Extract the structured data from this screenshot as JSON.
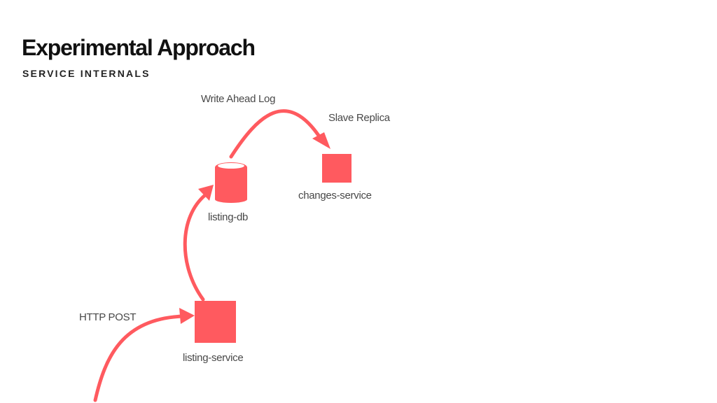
{
  "title": "Experimental Approach",
  "subtitle": "SERVICE INTERNALS",
  "colors": {
    "accent": "#FF5A5F",
    "title": "#111111",
    "label": "#484848"
  },
  "nodes": {
    "listing_service": {
      "label": "listing-service",
      "shape": "square"
    },
    "listing_db": {
      "label": "listing-db",
      "shape": "cylinder"
    },
    "changes_service": {
      "label": "changes-service",
      "shape": "square"
    }
  },
  "edges": {
    "http_post": {
      "label": "HTTP POST",
      "to": "listing-service"
    },
    "service_to_db": {
      "label": "",
      "from": "listing-service",
      "to": "listing-db"
    },
    "write_ahead_log": {
      "label": "Write Ahead Log",
      "from": "listing-db",
      "to": "changes-service"
    },
    "slave_replica": {
      "label": "Slave Replica"
    }
  }
}
